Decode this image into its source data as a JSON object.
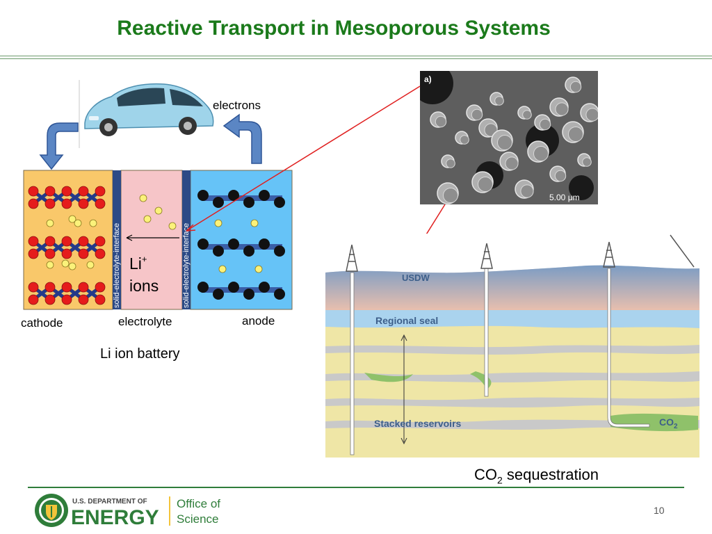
{
  "slide": {
    "title": "Reactive Transport in Mesoporous Systems",
    "page_number": "10"
  },
  "battery": {
    "electrons_label": "electrons",
    "interface_label": "solid-electrolyte-interface",
    "ion_symbol": "Li",
    "ion_charge": "+",
    "ion_word": "ions",
    "cathode_label": "cathode",
    "electrolyte_label": "electrolyte",
    "anode_label": "anode",
    "caption": "Li ion battery",
    "colors": {
      "cathode": "#f9c86a",
      "electrolyte": "#f6c5c8",
      "anode": "#66c3f7",
      "interface": "#2c4a86"
    }
  },
  "micrograph": {
    "panel_label": "a)",
    "scale_label": "5.00 μm"
  },
  "sequestration": {
    "usdw_label": "USDW",
    "seal_label": "Regional seal",
    "reservoirs_label": "Stacked reservoirs",
    "co2_label": "CO",
    "co2_subscript": "2",
    "caption_co2": "CO",
    "caption_subscript": "2",
    "caption_rest": " sequestration"
  },
  "footer": {
    "dept_line": "U.S. DEPARTMENT OF",
    "energy_word": "ENERGY",
    "office_line1": "Office of",
    "office_line2": "Science"
  }
}
